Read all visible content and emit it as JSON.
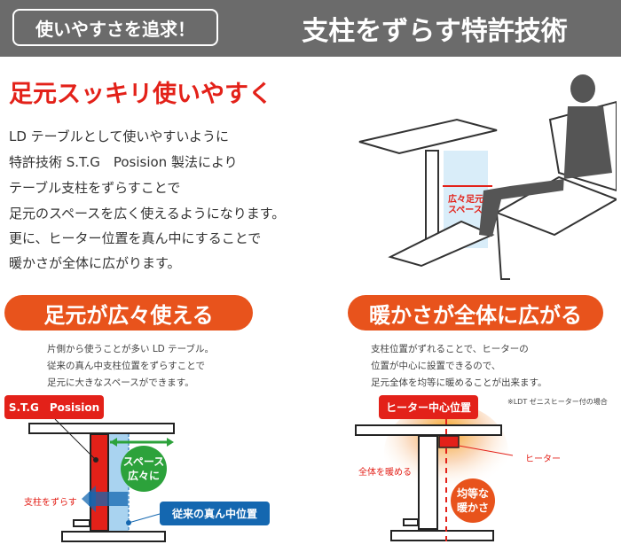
{
  "header": {
    "tag": "使いやすさを追求！",
    "title": "支柱をずらす特許技術"
  },
  "intro": {
    "title": "足元スッキリ使いやすく",
    "lines": [
      "LD テーブルとして使いやすいように",
      "特許技術 S.T.G　Posision 製法により",
      "テーブル支柱をずらすことで",
      "足元のスペースを広く使えるようになります。",
      "更に、ヒーター位置を真ん中にすることで",
      "暖かさが全体に広がります。"
    ],
    "illustration_label": "広々足元\nスペース"
  },
  "left": {
    "pill": "足元が広々使える",
    "desc": [
      "片側から使うことが多い LD テーブル。",
      "従来の真ん中支柱位置をずらすことで",
      "足元に大きなスペースができます。"
    ],
    "stg_label": "S.T.G　Posision",
    "circle": "スペース\n広々に",
    "shift_label": "支柱をずらす",
    "center_label": "従来の真ん中位置"
  },
  "right": {
    "pill": "暖かさが全体に広がる",
    "desc": [
      "支柱位置がずれることで、ヒーターの",
      "位置が中心に設置できるので、",
      "足元全体を均等に暖めることが出来ます。"
    ],
    "note": "※LDT ゼニスヒーター付の場合",
    "heater_center_label": "ヒーター中心位置",
    "heater_label": "ヒーター",
    "warm_label": "全体を暖める",
    "circle": "均等な\n暖かさ"
  },
  "colors": {
    "header": "#6b6b6b",
    "red": "#e32119",
    "orange": "#e8531c",
    "green": "#2ca23b",
    "blue": "#1467b0",
    "lightblue": "#a9d3f0"
  }
}
